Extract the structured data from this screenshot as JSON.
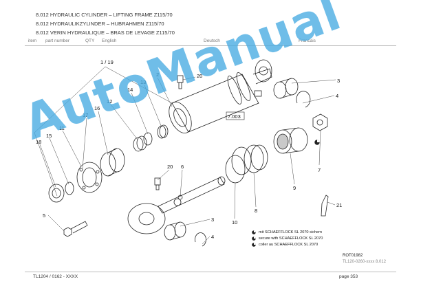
{
  "header": {
    "title_en": "8.012 HYDRAULIC CYLINDER – LIFTING FRAME Z115/70",
    "title_de": "8.012 HYDRAULIKZYLINDER – HUBRAHMEN  Z115/70",
    "title_fr": "8.012 VERIN HYDRAULIQUE – BRAS DE LEVAGE Z115/70"
  },
  "columns": {
    "item": "item",
    "part_number": "part number",
    "qty": "QTY",
    "english": "English",
    "deutsch": "Deutsch",
    "francais": "Francais"
  },
  "callouts": {
    "c1_19": "1 / 19",
    "c2": "2",
    "c20a": "20",
    "c3a": "3",
    "c4a": "4",
    "c7003": "7.003",
    "c13": "13",
    "c14": "14",
    "c12": "12",
    "c16": "16",
    "c17": "17",
    "c11": "11",
    "c15": "15",
    "c18": "18",
    "c5": "5",
    "c20b": "20",
    "c6": "6",
    "c7": "7",
    "c9": "9",
    "c8": "8",
    "c10": "10",
    "c3b": "3",
    "c4b": "4",
    "c21": "21"
  },
  "legend": {
    "de": "mit SCHAEFFLOCK SL 2070 sichern",
    "en": "secure with SCHAEFFLOCK SL 2070",
    "fr": "coller au SCHAEFFLOCK SL 2070",
    "icon": "lock-compound-icon"
  },
  "drawing_ref": "ROT01982",
  "drawing_code": "TL120-0260-xxxx 8.012",
  "footer": {
    "left": "TL1204 / 0162 - XXXX",
    "right": "page 353"
  },
  "watermark": "AutoManual",
  "colors": {
    "watermark": "#46AAE1",
    "line": "#222222",
    "rule": "#bbbbbb"
  }
}
